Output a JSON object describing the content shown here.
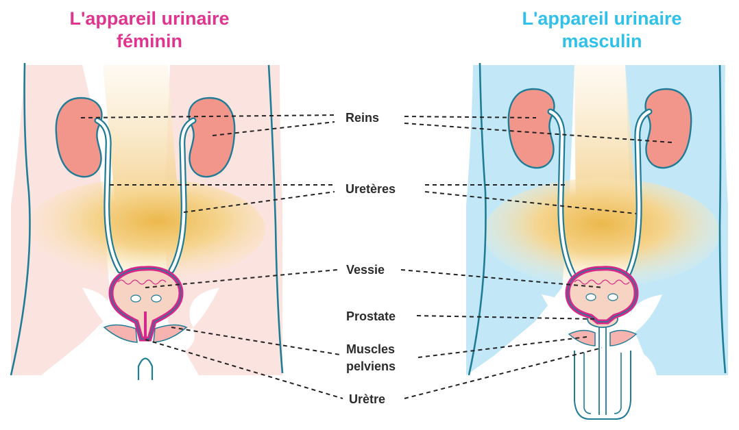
{
  "titles": {
    "female_line1": "L'appareil urinaire",
    "female_line2": "féminin",
    "male_line1": "L'appareil urinaire",
    "male_line2": "masculin"
  },
  "labels": {
    "reins": "Reins",
    "ureteres": "Uretères",
    "vessie": "Vessie",
    "prostate": "Prostate",
    "muscles_line1": "Muscles",
    "muscles_line2": "pelviens",
    "uretre": "Urètre"
  },
  "colors": {
    "female_title": "#e0358f",
    "male_title": "#2fc1ea",
    "female_body": "#fbe3e0",
    "male_body": "#c2e8f7",
    "kidney": "#f2958a",
    "outline": "#1f7c96",
    "bladder_wall": "#d6288a",
    "bladder_inside": "#f6d3c2",
    "pelvis": "#f5d28a",
    "leader_line": "#222222"
  }
}
